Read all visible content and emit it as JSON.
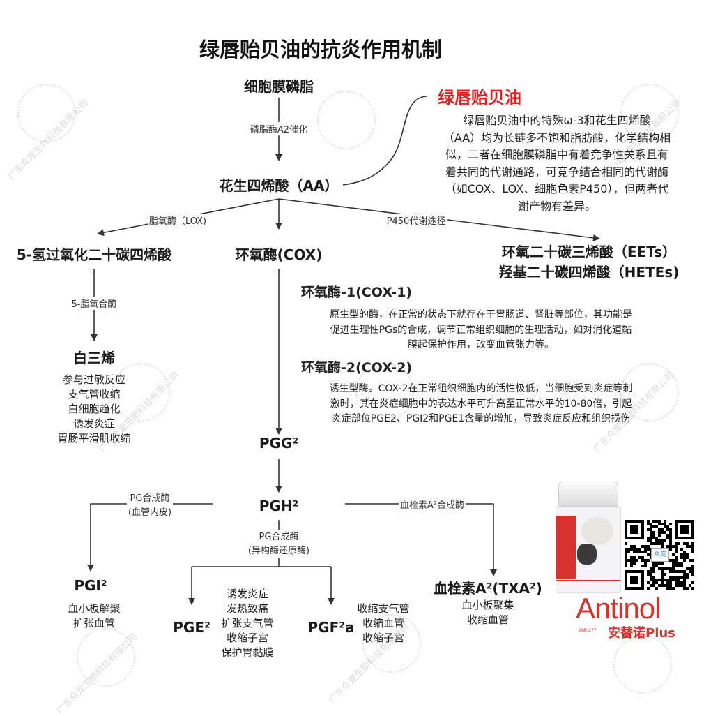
{
  "title": "绿唇贻贝油的抗炎作用机制",
  "watermark": "广东众宠生物科技有限公司",
  "colors": {
    "accent_red": "#e0201f",
    "text": "#222222",
    "line": "#333333"
  },
  "nodes": {
    "phospholipid": "细胞膜磷脂",
    "pla2_label": "磷脂酶A2催化",
    "aa": "花生四烯酸（AA）",
    "lox_label": "脂氧酶（LOX)",
    "p450_label": "P450代谢途径",
    "hpete": "5-氢过氧化二十碳四烯酸",
    "cox": "环氧酶(COX)",
    "eets": "环氧二十碳三烯酸（EETs）",
    "hetes": "羟基二十碳四烯酸（HETEs)",
    "lox5_label": "5-脂氧合酶",
    "leukotriene": "白三烯",
    "leukotriene_effects": [
      "参与过敏反应",
      "支气管收缩",
      "白细胞趋化",
      "诱发炎症",
      "胃肠平滑肌收缩"
    ],
    "pgg2": "PGG²",
    "pgh2": "PGH²",
    "pg_synthase_endo": [
      "PG合成酶",
      "(血管内皮)"
    ],
    "pg_synthase_iso": [
      "PG合成酶",
      "(异构酶还原酶)"
    ],
    "txa_synthase": "血栓素A²合成酶",
    "pgi2": "PGI²",
    "pgi2_effects": [
      "血小板解聚",
      "扩张血管"
    ],
    "pge2": "PGE²",
    "pge2_effects": [
      "诱发炎症",
      "发热致痛",
      "扩张支气管",
      "收缩子宫",
      "保护胃黏膜"
    ],
    "pgf2a": "PGF²a",
    "pgf2a_effects": [
      "收缩支气管",
      "收缩血管",
      "收缩子宫"
    ],
    "txa2": "血栓素A²(TXA²)",
    "txa2_effects": [
      "血小板聚集",
      "收缩血管"
    ]
  },
  "mussel": {
    "title": "绿唇贻贝油",
    "lines": [
      "绿唇贻贝油中的特殊ω-3和花生四烯酸",
      "（AA）均为长链多不饱和脂肪酸，化学结构相",
      "似，二者在细胞膜磷脂中有着竞争性关系且有",
      "着共同的代谢通路，可竞争结合相同的代谢酶",
      "（如COX、LOX、细胞色素P450），但两者代",
      "谢产物有差异。"
    ]
  },
  "cox1": {
    "title": "环氧酶-1(COX-1)",
    "lines": [
      "原生型的酶，在正常的状态下就存在于胃肠道、肾脏等部位，其功能是",
      "促进生理性PGs的合成，调节正常组织细胞的生理活动，如对消化道黏",
      "膜起保护作用，改变血管张力等。"
    ]
  },
  "cox2": {
    "title": "环氧酶-2(COX-2)",
    "lines": [
      "诱生型酶。COX-2在正常组织细胞内的活性极低，当细胞受到炎症等刺",
      "激时，其在炎症细胞中的表达水平可升高至正常水平的10-80倍，引起",
      "炎症部位PGE2、PGI2和PGE1含量的增加，导致炎症反应和组织损伤"
    ]
  },
  "brand": {
    "name": "Antinol",
    "sub": "安替诺Plus",
    "code": "EAB-277",
    "qr_center": "众宠"
  }
}
